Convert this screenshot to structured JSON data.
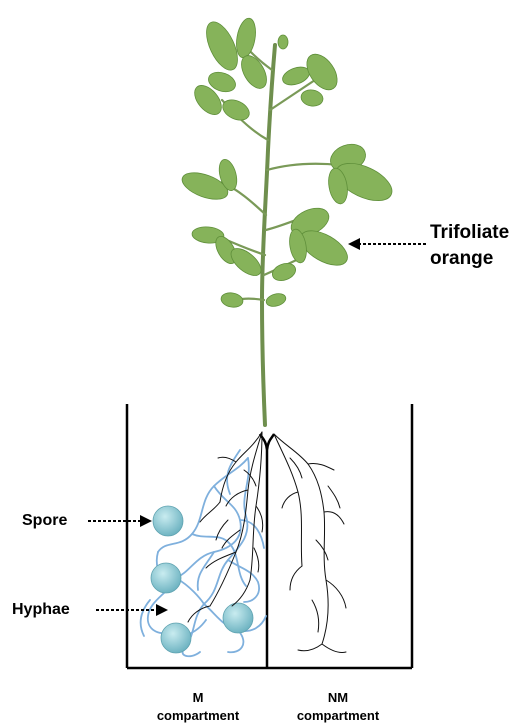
{
  "labels": {
    "plant_line1": "Trifoliate",
    "plant_line2": "orange",
    "spore": "Spore",
    "hyphae": "Hyphae",
    "m_line1": "M",
    "m_line2": "compartment",
    "nm_line1": "NM",
    "nm_line2": "compartment"
  },
  "colors": {
    "stem": "#6f8f4e",
    "leaf": "#86b35a",
    "leaf_dark": "#5f8f3a",
    "hyphae": "#7fb0dd",
    "spore": "#8fc7d3",
    "root": "#111111",
    "container": "#000000"
  }
}
